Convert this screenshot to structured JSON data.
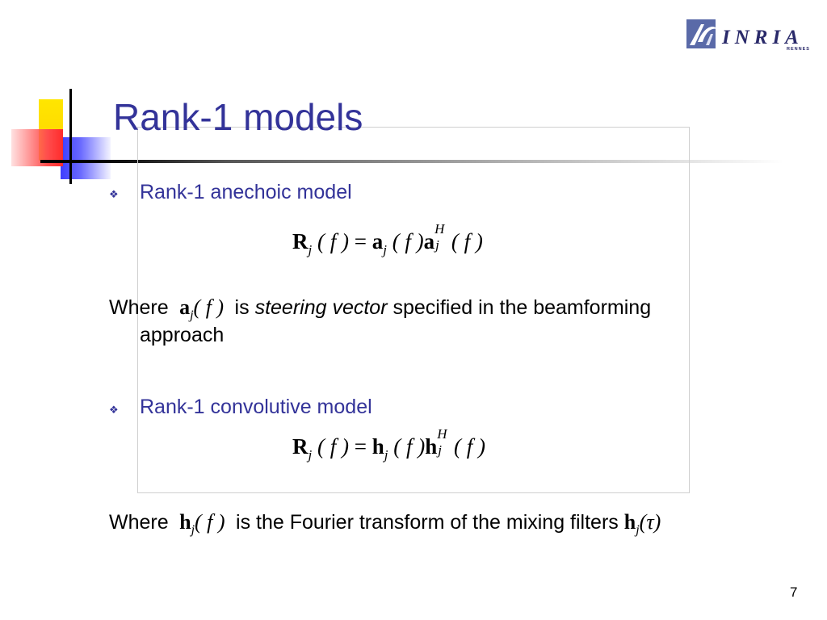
{
  "slide": {
    "title": "Rank-1 models",
    "page_number": "7",
    "logo": {
      "text": "INRIA",
      "subtext": "RENNES"
    },
    "bullet_symbol": "❖",
    "section1": {
      "heading": "Rank-1 anechoic model",
      "equation": {
        "lhs": "R",
        "lhs_sub": "j",
        "arg": "( f )",
        "equals": "=",
        "a": "a",
        "a_sub": "j",
        "a_arg": "( f )",
        "a2": "a",
        "a2_sup": "H",
        "a2_sub": "j",
        "a2_arg": "( f )"
      },
      "where_word": "Where",
      "where_math": {
        "sym": "a",
        "sub": "j",
        "arg": "( f )"
      },
      "text_is": "is",
      "text_italic": "steering vector",
      "text_rest": "specified in the beamforming",
      "text_cont": "approach"
    },
    "section2": {
      "heading": "Rank-1 convolutive model",
      "equation": {
        "lhs": "R",
        "lhs_sub": "j",
        "arg": "( f )",
        "equals": "=",
        "h": "h",
        "h_sub": "j",
        "h_arg": "( f )",
        "h2": "h",
        "h2_sup": "H",
        "h2_sub": "j",
        "h2_arg": "( f )"
      },
      "where_word": "Where",
      "where_math": {
        "sym": "h",
        "sub": "j",
        "arg": "( f )"
      },
      "text_rest": "is the Fourier transform of the mixing filters",
      "tail_math": {
        "sym": "h",
        "sub": "j",
        "arg": "(τ)"
      }
    }
  },
  "colors": {
    "title": "#333399",
    "accent_yellow": "#ffd200",
    "accent_blue": "#3d3dff",
    "accent_red": "#ff2b2b"
  }
}
